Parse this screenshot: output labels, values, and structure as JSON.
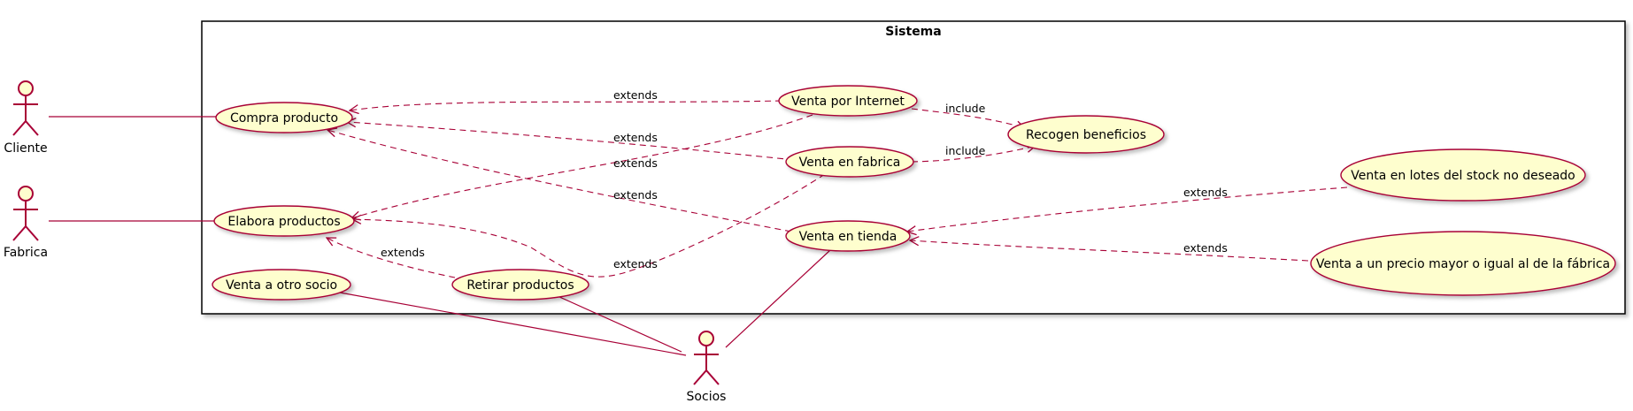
{
  "system": {
    "title": "Sistema"
  },
  "actors": {
    "cliente": "Cliente",
    "fabrica": "Fabrica",
    "socios": "Socios"
  },
  "use_cases": {
    "compra_producto": "Compra producto",
    "elabora_productos": "Elabora productos",
    "venta_otro_socio": "Venta a otro socio",
    "retirar_productos": "Retirar productos",
    "venta_internet": "Venta por Internet",
    "venta_fabrica": "Venta en fabrica",
    "venta_tienda": "Venta en tienda",
    "recogen_beneficios": "Recogen beneficios",
    "venta_lotes": "Venta en lotes del stock no deseado",
    "venta_precio": "Venta a un precio mayor o igual al de la fábrica"
  },
  "relation_labels": {
    "internet_compra": "extends",
    "fabrica_compra": "extends",
    "internet_elabora": "extends",
    "tienda_compra": "extends",
    "retirar_elabora": "extends",
    "fabrica_elabora": "extends",
    "internet_beneficios": "include",
    "fabrica_beneficios": "include",
    "lotes_tienda": "extends",
    "precio_tienda": "extends"
  },
  "colors": {
    "line": "#A80036",
    "usecase_fill": "#FEFECE",
    "border": "#000000"
  }
}
